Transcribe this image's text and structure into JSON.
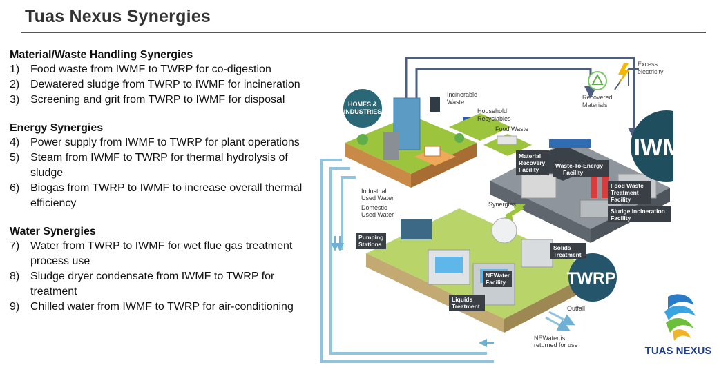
{
  "title": "Tuas Nexus Synergies",
  "sections": [
    {
      "heading": "Material/Waste Handling Synergies",
      "items": [
        {
          "num": "1)",
          "text": "Food waste from IWMF to TWRP for co-digestion"
        },
        {
          "num": "2)",
          "text": "Dewatered sludge from TWRP to IWMF for incineration"
        },
        {
          "num": "3)",
          "text": "Screening and grit from TWRP to IWMF for disposal"
        }
      ]
    },
    {
      "heading": "Energy Synergies",
      "items": [
        {
          "num": "4)",
          "text": "Power supply from IWMF to TWRP for plant operations"
        },
        {
          "num": "5)",
          "text": "Steam from IWMF to TWRP for thermal hydrolysis of sludge"
        },
        {
          "num": "6)",
          "text": "Biogas from TWRP to IWMF to increase overall thermal efficiency"
        }
      ]
    },
    {
      "heading": "Water Synergies",
      "items": [
        {
          "num": "7)",
          "text": "Water from TWRP to IWMF for wet flue gas treatment process use"
        },
        {
          "num": "8)",
          "text": "Sludge dryer condensate from IWMF to TWRP for treatment"
        },
        {
          "num": "9)",
          "text": "Chilled water from IWMF to TWRP for air-conditioning"
        }
      ]
    }
  ],
  "diagram": {
    "homes_line1": "HOMES &",
    "homes_line2": "INDUSTRIES",
    "iwmf": "IWMF",
    "twrp": "TWRP",
    "excess_line1": "Excess",
    "excess_line2": "electricity",
    "incinerable_line1": "Incinerable",
    "incinerable_line2": "Waste",
    "recovered_line1": "Recovered",
    "recovered_line2": "Materials",
    "household_line1": "Household",
    "household_line2": "Recyclables",
    "food_waste": "Food Waste",
    "mrf_line1": "Material",
    "mrf_line2": "Recovery",
    "mrf_line3": "Facility",
    "wte_line1": "Waste-To-Energy",
    "wte_line2": "Facility",
    "fwt_line1": "Food Waste",
    "fwt_line2": "Treatment",
    "fwt_line3": "Facility",
    "sif_line1": "Sludge Incineration",
    "sif_line2": "Facility",
    "industrial_line1": "Industrial",
    "industrial_line2": "Used Water",
    "domestic_line1": "Domestic",
    "domestic_line2": "Used Water",
    "synergies": "Synergies",
    "pumping_line1": "Pumping",
    "pumping_line2": "Stations",
    "solids_line1": "Solids",
    "solids_line2": "Treatment",
    "newater_line1": "NEWater",
    "newater_line2": "Facility",
    "liquids_line1": "Liquids",
    "liquids_line2": "Treatment",
    "outfall": "Outfall",
    "returned_line1": "NEWater is",
    "returned_line2": "returned for use"
  },
  "logo_text": "TUAS NEXUS",
  "colors": {
    "pipe": "#4d5f80",
    "water_pipe": "#8fc3de",
    "iwmf_circle": "#1f4f5e",
    "twrp_circle": "#24556a",
    "grass": "#9cc43c",
    "logo_blue": "#1f3e8c"
  }
}
